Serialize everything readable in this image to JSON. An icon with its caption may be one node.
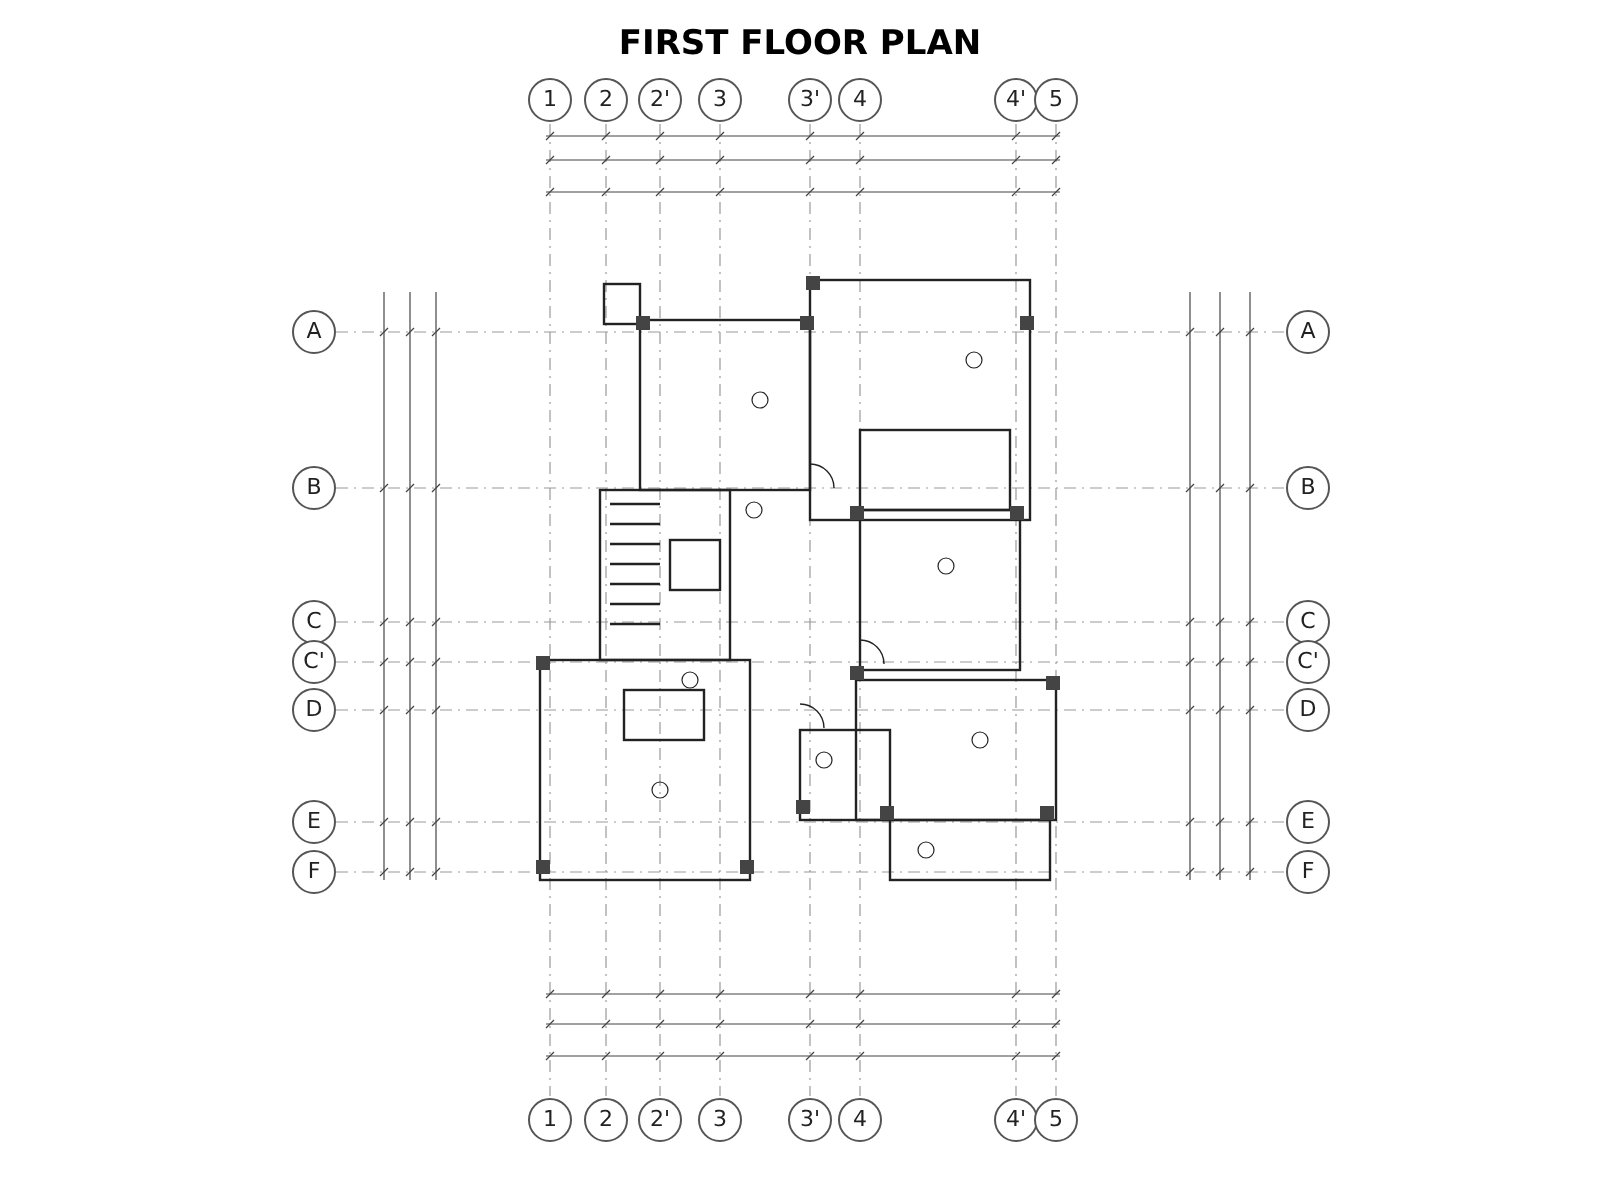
{
  "diagram": {
    "title": "FIRST FLOOR PLAN",
    "labels": [
      "1",
      "2",
      "2'",
      "3",
      "3'",
      "4",
      "4'",
      "5",
      "A",
      "A",
      "B",
      "B",
      "C",
      "C",
      "C'",
      "C'",
      "D",
      "D",
      "E",
      "E",
      "F",
      "F",
      "1",
      "2",
      "2'",
      "3",
      "3'",
      "4",
      "4'",
      "5"
    ]
  }
}
